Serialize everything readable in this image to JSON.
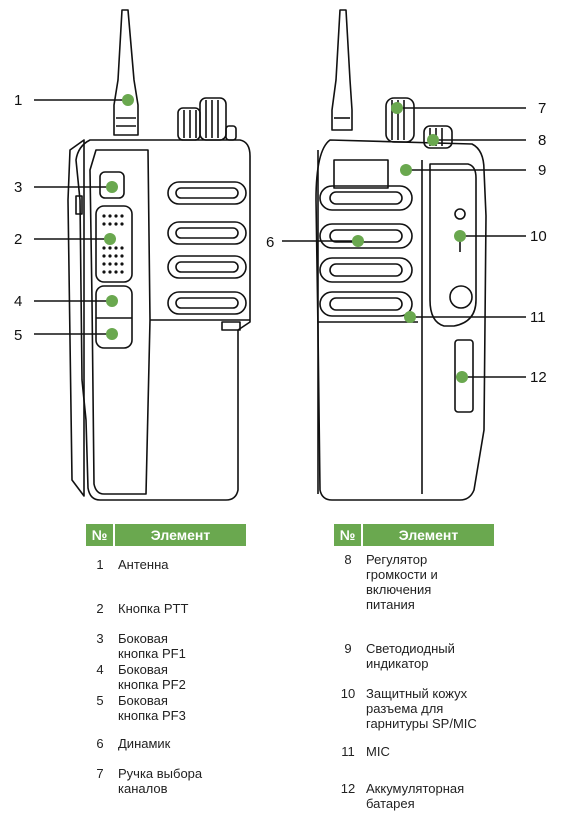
{
  "colors": {
    "accent": "#6aa84f",
    "line": "#111111"
  },
  "callouts": [
    "1",
    "2",
    "3",
    "4",
    "5",
    "6",
    "7",
    "8",
    "9",
    "10",
    "11",
    "12"
  ],
  "table_left": {
    "header_num": "№",
    "header_el": "Элемент",
    "rows": [
      {
        "n": "1",
        "t": "Антенна"
      },
      {
        "n": "2",
        "t": "Кнопка PTT"
      },
      {
        "n": "3",
        "t": "Боковая\nкнопка PF1"
      },
      {
        "n": "4",
        "t": "Боковая\nкнопка PF2"
      },
      {
        "n": "5",
        "t": "Боковая\nкнопка PF3"
      },
      {
        "n": "6",
        "t": "Динамик"
      },
      {
        "n": "7",
        "t": "Ручка выбора\nканалов"
      }
    ]
  },
  "table_right": {
    "header_num": "№",
    "header_el": "Элемент",
    "rows": [
      {
        "n": "8",
        "t": "Регулятор\nгромкости и\nвключения\nпитания"
      },
      {
        "n": "9",
        "t": "Светодиодный\nиндикатор"
      },
      {
        "n": "10",
        "t": "Защитный кожух\nразъема для\nгарнитуры SP/MIC"
      },
      {
        "n": "11",
        "t": "MIC"
      },
      {
        "n": "12",
        "t": "Аккумуляторная\nбатарея"
      }
    ]
  }
}
